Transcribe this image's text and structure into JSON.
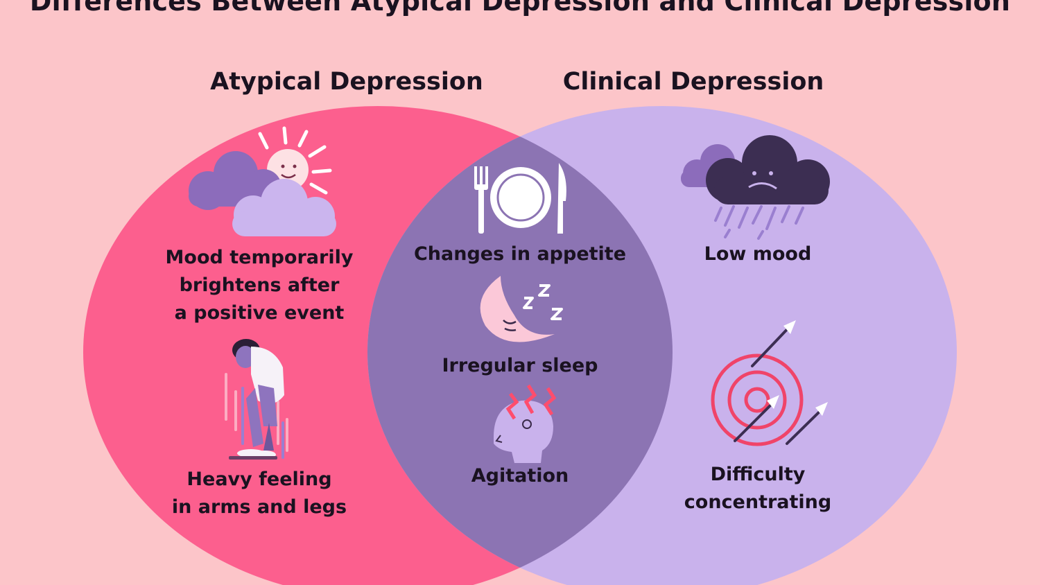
{
  "title": "Differences Between Atypical Depression and Clinical Depression",
  "left_set": {
    "title": "Atypical Depression",
    "color": "#fc5f8e",
    "items": [
      {
        "label": "Mood temporarily\nbrightens after\na positive event",
        "icon": "sun-behind-clouds-icon"
      },
      {
        "label": "Heavy feeling\nin arms and legs",
        "icon": "slumped-person-icon"
      }
    ]
  },
  "right_set": {
    "title": "Clinical Depression",
    "color": "#c9b2ec",
    "items": [
      {
        "label": "Low mood",
        "icon": "rain-cloud-icon"
      },
      {
        "label": "Difficulty\nconcentrating",
        "icon": "target-with-arrows-icon"
      }
    ]
  },
  "overlap": {
    "color": "#8c74b3",
    "items": [
      {
        "label": "Changes in appetite",
        "icon": "plate-fork-knife-icon"
      },
      {
        "label": "Irregular sleep",
        "icon": "sleeping-moon-icon"
      },
      {
        "label": "Agitation",
        "icon": "agitated-head-icon"
      }
    ]
  }
}
